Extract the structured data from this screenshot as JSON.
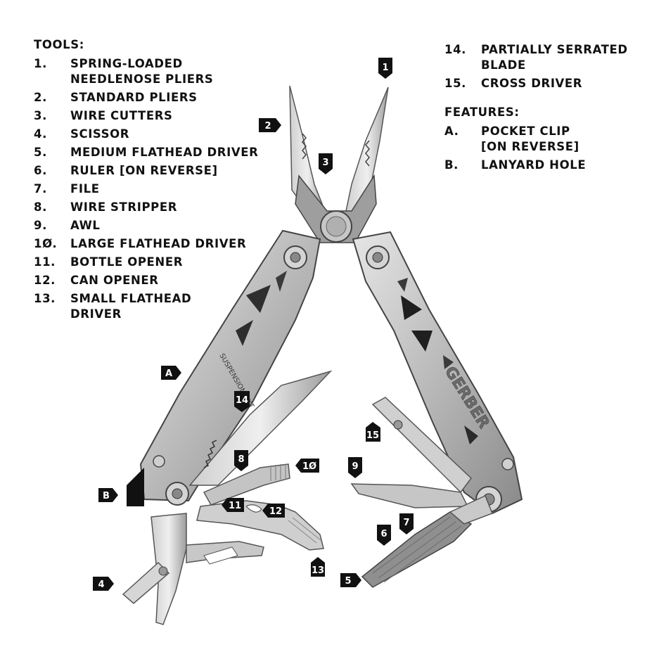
{
  "tools_header": "TOOLS:",
  "tools": [
    {
      "num": "1.",
      "label": "SPRING-LOADED NEEDLENOSE PLIERS"
    },
    {
      "num": "2.",
      "label": "STANDARD PLIERS"
    },
    {
      "num": "3.",
      "label": "WIRE CUTTERS"
    },
    {
      "num": "4.",
      "label": "SCISSOR"
    },
    {
      "num": "5.",
      "label": "MEDIUM FLATHEAD DRIVER"
    },
    {
      "num": "6.",
      "label": "RULER [ON REVERSE]"
    },
    {
      "num": "7.",
      "label": "FILE"
    },
    {
      "num": "8.",
      "label": "WIRE STRIPPER"
    },
    {
      "num": "9.",
      "label": "AWL"
    },
    {
      "num": "1Ø.",
      "label": "LARGE FLATHEAD DRIVER"
    },
    {
      "num": "11.",
      "label": "BOTTLE OPENER"
    },
    {
      "num": "12.",
      "label": "CAN OPENER"
    },
    {
      "num": "13.",
      "label": "SMALL FLATHEAD DRIVER"
    },
    {
      "num": "14.",
      "label": "PARTIALLY SERRATED BLADE"
    },
    {
      "num": "15.",
      "label": "CROSS DRIVER"
    }
  ],
  "features_header": "FEATURES:",
  "features": [
    {
      "num": "A.",
      "label": "POCKET CLIP [ON REVERSE]"
    },
    {
      "num": "B.",
      "label": "LANYARD HOLE"
    }
  ],
  "callouts": [
    "1",
    "2",
    "3",
    "4",
    "5",
    "6",
    "7",
    "8",
    "9",
    "1Ø",
    "11",
    "12",
    "13",
    "14",
    "15",
    "A",
    "B"
  ],
  "engravings": {
    "brand": "GERBER",
    "model": "SUSPENSION NXT"
  },
  "colors": {
    "text": "#111111",
    "tag": "#111111",
    "steel_light": "#d9d9d9",
    "steel_mid": "#a9a9a9",
    "steel_dark": "#6f6f6f"
  }
}
